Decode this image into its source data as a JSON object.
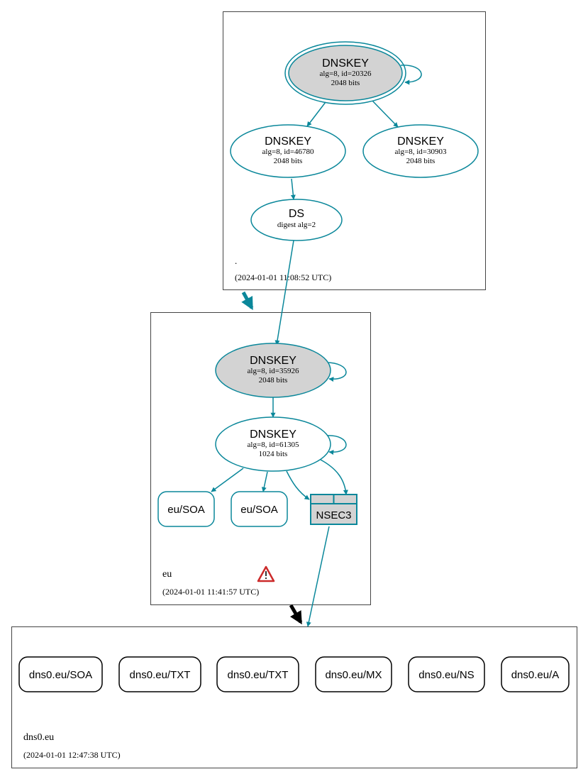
{
  "colors": {
    "edge": "#0a879a",
    "cluster_border": "#444444",
    "gray_fill": "#d3d3d3",
    "black_edge": "#000000",
    "warning": "#cc2a2a"
  },
  "zones": {
    "root": {
      "name": ".",
      "timestamp": "(2024-01-01 11:08:52 UTC)"
    },
    "eu": {
      "name": "eu",
      "timestamp": "(2024-01-01 11:41:57 UTC)",
      "warning_icon": "warning-triangle-icon"
    },
    "dns0eu": {
      "name": "dns0.eu",
      "timestamp": "(2024-01-01 12:47:38 UTC)"
    }
  },
  "nodes": {
    "root_ksk": {
      "title": "DNSKEY",
      "line1": "alg=8, id=20326",
      "line2": "2048 bits"
    },
    "root_zsk1": {
      "title": "DNSKEY",
      "line1": "alg=8, id=46780",
      "line2": "2048 bits"
    },
    "root_zsk2": {
      "title": "DNSKEY",
      "line1": "alg=8, id=30903",
      "line2": "2048 bits"
    },
    "root_ds": {
      "title": "DS",
      "line1": "digest alg=2"
    },
    "eu_ksk": {
      "title": "DNSKEY",
      "line1": "alg=8, id=35926",
      "line2": "2048 bits"
    },
    "eu_zsk": {
      "title": "DNSKEY",
      "line1": "alg=8, id=61305",
      "line2": "1024 bits"
    },
    "eu_soa1": {
      "label": "eu/SOA"
    },
    "eu_soa2": {
      "label": "eu/SOA"
    },
    "eu_nsec3": {
      "label": "NSEC3"
    },
    "rr_soa": {
      "label": "dns0.eu/SOA"
    },
    "rr_txt1": {
      "label": "dns0.eu/TXT"
    },
    "rr_txt2": {
      "label": "dns0.eu/TXT"
    },
    "rr_mx": {
      "label": "dns0.eu/MX"
    },
    "rr_ns": {
      "label": "dns0.eu/NS"
    },
    "rr_a": {
      "label": "dns0.eu/A"
    }
  }
}
